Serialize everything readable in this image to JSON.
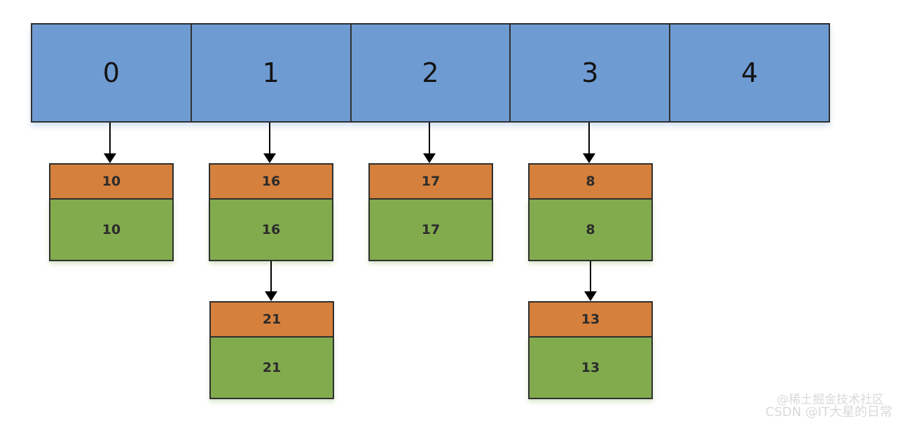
{
  "diagram": {
    "title": "hash-table-separate-chaining",
    "colors": {
      "array_fill": "#6f9bd3",
      "node_key_fill": "#d5803c",
      "node_value_fill": "#82ab4e",
      "border": "#2f2f2f"
    },
    "array": {
      "cells": [
        {
          "label": "0"
        },
        {
          "label": "1"
        },
        {
          "label": "2"
        },
        {
          "label": "3"
        },
        {
          "label": "4"
        }
      ]
    },
    "buckets": [
      {
        "index": "0",
        "nodes": [
          {
            "key": "10",
            "value": "10"
          }
        ]
      },
      {
        "index": "1",
        "nodes": [
          {
            "key": "16",
            "value": "16"
          },
          {
            "key": "21",
            "value": "21"
          }
        ]
      },
      {
        "index": "2",
        "nodes": [
          {
            "key": "17",
            "value": "17"
          }
        ]
      },
      {
        "index": "3",
        "nodes": [
          {
            "key": "8",
            "value": "8"
          },
          {
            "key": "13",
            "value": "13"
          }
        ]
      },
      {
        "index": "4",
        "nodes": []
      }
    ]
  },
  "watermarks": {
    "juejin": "@稀土掘金技术社区",
    "csdn": "CSDN @IT大星的日常"
  }
}
